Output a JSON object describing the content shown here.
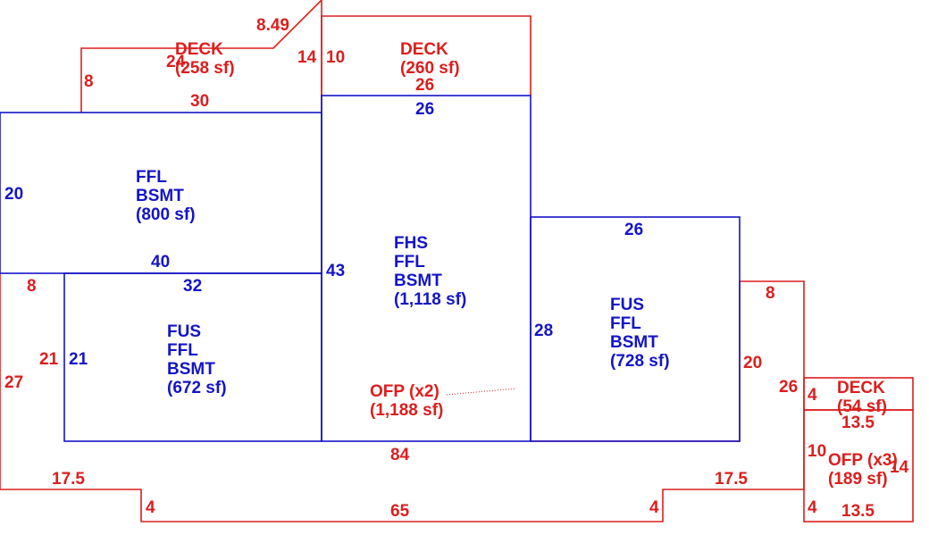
{
  "colors": {
    "living_area": "#1414c8",
    "exterior": "#dc1e1e",
    "background": "#ffffff"
  },
  "areas": {
    "deck_left": {
      "lines": [
        "DECK",
        "(258 sf)"
      ]
    },
    "deck_top": {
      "lines": [
        "DECK",
        "(260 sf)"
      ]
    },
    "upper_left": {
      "lines": [
        "FFL",
        "BSMT",
        "(800 sf)"
      ]
    },
    "center": {
      "lines": [
        "FHS",
        "FFL",
        "BSMT",
        "(1,118 sf)"
      ]
    },
    "lower_left": {
      "lines": [
        "FUS",
        "FFL",
        "BSMT",
        "(672 sf)"
      ]
    },
    "right": {
      "lines": [
        "FUS",
        "FFL",
        "BSMT",
        "(728 sf)"
      ]
    },
    "porch_main": {
      "lines": [
        "OFP (x2)",
        "(1,188 sf)"
      ]
    },
    "deck_small": {
      "lines": [
        "DECK",
        "(54 sf)"
      ]
    },
    "porch_small": {
      "lines": [
        "OFP (x3)",
        "(189 sf)"
      ]
    }
  },
  "dimensions": {
    "blue": [
      "26",
      "20",
      "40",
      "32",
      "21",
      "43",
      "26",
      "28"
    ],
    "red": [
      "8.49",
      "24",
      "14",
      "10",
      "26",
      "8",
      "30",
      "8",
      "21",
      "27",
      "17.5",
      "4",
      "65",
      "4",
      "17.5",
      "84",
      "8",
      "20",
      "26",
      "4",
      "13.5",
      "10",
      "14",
      "4",
      "13.5"
    ]
  }
}
